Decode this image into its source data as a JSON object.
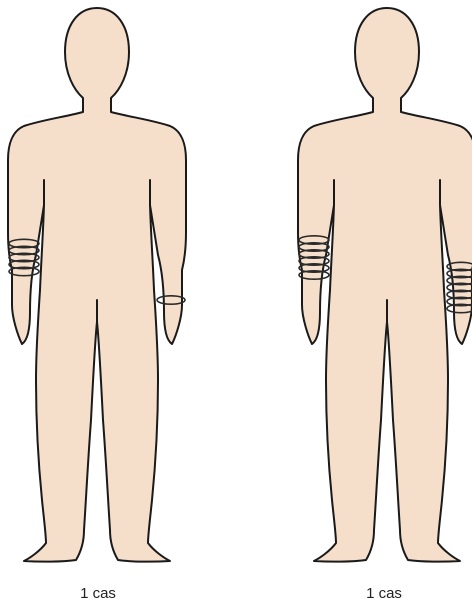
{
  "colors": {
    "skin": "#f5dfcb",
    "outline": "#1a1a1a",
    "bracelet": "#2a2a2a"
  },
  "figures": [
    {
      "caption": "1 cas",
      "right_wrist_bracelets": 5,
      "left_wrist_bracelets": 1
    },
    {
      "caption": "1 cas",
      "right_wrist_bracelets": 6,
      "left_wrist_bracelets": 7
    }
  ]
}
